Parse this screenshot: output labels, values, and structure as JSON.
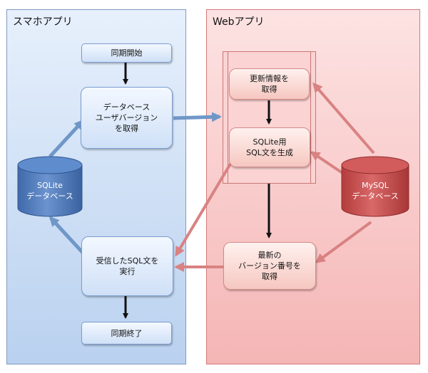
{
  "panels": {
    "smartphone": {
      "title": "スマホアプリ"
    },
    "web": {
      "title": "Webアプリ"
    }
  },
  "steps": {
    "sync_start": "同期開始",
    "get_db_version": "データベース\nユーザバージョン\nを取得",
    "execute_sql": "受信したSQL文を\n実行",
    "sync_end": "同期終了",
    "get_updates": "更新情報を\n取得",
    "generate_sql": "SQLite用\nSQL文を生成",
    "get_latest_version": "最新の\nバージョン番号を\n取得"
  },
  "databases": {
    "sqlite": {
      "label": "SQLite\nデータベース",
      "color": "#4a77b8"
    },
    "mysql": {
      "label": "MySQL\nデータベース",
      "color": "#c84b4b"
    }
  },
  "colors": {
    "blue_arrow": "#6f97c8",
    "red_arrow": "#d98282",
    "black_arrow": "#111111"
  }
}
